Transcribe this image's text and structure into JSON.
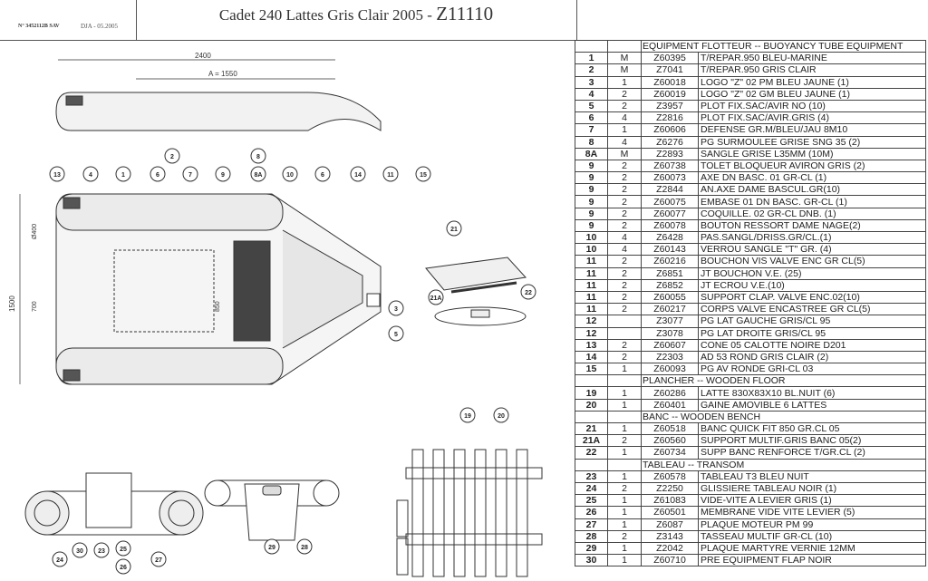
{
  "header": {
    "ref": "N° 3452112B SAV",
    "date": "DJA - 05.2005",
    "title": "Cadet 240 Lattes Gris Clair 2005 - ",
    "code": "Z11110"
  },
  "drawing": {
    "dimensions": {
      "length": "2400",
      "a": "A = 1550",
      "width": "1500",
      "inner": "700",
      "floor": "850",
      "diameter": "Ø400"
    },
    "callouts": [
      "13",
      "4",
      "1",
      "2",
      "7",
      "6",
      "9",
      "8",
      "8A",
      "10",
      "6",
      "14",
      "11",
      "15",
      "3",
      "5",
      "21",
      "21A",
      "22",
      "19",
      "20",
      "24",
      "30",
      "23",
      "25",
      "26",
      "27",
      "29",
      "28"
    ]
  },
  "table": {
    "rows": [
      {
        "section": "EQUIPMENT FLOTTEUR -- BUOYANCY TUBE  EQUIPMENT"
      },
      {
        "n": "1",
        "q": "M",
        "c": "Z60395",
        "d": "T/REPAR.950 BLEU-MARINE"
      },
      {
        "n": "2",
        "q": "M",
        "c": "Z7041",
        "d": "T/REPAR.950 GRIS CLAIR"
      },
      {
        "n": "3",
        "q": "1",
        "c": "Z60018",
        "d": "LOGO \"Z\" 02 PM BLEU JAUNE (1)"
      },
      {
        "n": "4",
        "q": "2",
        "c": "Z60019",
        "d": "LOGO \"Z\" 02 GM BLEU JAUNE (1)"
      },
      {
        "n": "5",
        "q": "2",
        "c": "Z3957",
        "d": "PLOT FIX.SAC/AVIR NO (10)"
      },
      {
        "n": "6",
        "q": "4",
        "c": "Z2816",
        "d": "PLOT FIX.SAC/AVIR.GRIS  (4)"
      },
      {
        "n": "7",
        "q": "1",
        "c": "Z60606",
        "d": "DEFENSE GR.M/BLEU/JAU 8M10"
      },
      {
        "n": "8",
        "q": "4",
        "c": "Z6276",
        "d": "PG SURMOULEE GRISE SNG 35 (2)"
      },
      {
        "n": "8A",
        "q": "M",
        "c": "Z2893",
        "d": "SANGLE GRISE L35MM  (10M)"
      },
      {
        "n": "9",
        "q": "2",
        "c": "Z60738",
        "d": "TOLET BLOQUEUR AVIRON GRIS (2)"
      },
      {
        "n": "9",
        "q": "2",
        "c": "Z60073",
        "d": "AXE DN BASC. 01 GR-CL (1)"
      },
      {
        "n": "9",
        "q": "2",
        "c": "Z2844",
        "d": "AN.AXE DAME BASCUL.GR(10)"
      },
      {
        "n": "9",
        "q": "2",
        "c": "Z60075",
        "d": "EMBASE 01 DN BASC. GR-CL (1)"
      },
      {
        "n": "9",
        "q": "2",
        "c": "Z60077",
        "d": "COQUILLE. 02 GR-CL DNB.  (1)"
      },
      {
        "n": "9",
        "q": "2",
        "c": "Z60078",
        "d": "BOUTON RESSORT DAME NAGE(2)"
      },
      {
        "n": "10",
        "q": "4",
        "c": "Z6428",
        "d": "PAS.SANGL/DRISS.GR/CL.(1)"
      },
      {
        "n": "10",
        "q": "4",
        "c": "Z60143",
        "d": "VERROU SANGLE \"T\" GR.  (4)"
      },
      {
        "n": "11",
        "q": "2",
        "c": "Z60216",
        "d": "BOUCHON VIS VALVE ENC GR CL(5)"
      },
      {
        "n": "11",
        "q": "2",
        "c": "Z6851",
        "d": "JT BOUCHON V.E. (25)"
      },
      {
        "n": "11",
        "q": "2",
        "c": "Z6852",
        "d": "JT ECROU V.E.(10)"
      },
      {
        "n": "11",
        "q": "2",
        "c": "Z60055",
        "d": "SUPPORT CLAP. VALVE ENC.02(10)"
      },
      {
        "n": "11",
        "q": "2",
        "c": "Z60217",
        "d": "CORPS VALVE ENCASTREE GR CL(5)"
      },
      {
        "n": "12",
        "q": "",
        "c": "Z3077",
        "d": "PG LAT GAUCHE GRIS/CL  95"
      },
      {
        "n": "12",
        "q": "",
        "c": "Z3078",
        "d": "PG LAT DROITE GRIS/CL  95"
      },
      {
        "n": "13",
        "q": "2",
        "c": "Z60607",
        "d": "CONE 05 CALOTTE NOIRE D201"
      },
      {
        "n": "14",
        "q": "2",
        "c": "Z2303",
        "d": "AD 53 ROND GRIS CLAIR (2)"
      },
      {
        "n": "15",
        "q": "1",
        "c": "Z60093",
        "d": "PG AV RONDE GRI-CL 03"
      },
      {
        "section": "PLANCHER -- WOODEN FLOOR"
      },
      {
        "n": "19",
        "q": "1",
        "c": "Z60286",
        "d": "LATTE 830X83X10 BL.NUIT (6)"
      },
      {
        "n": "20",
        "q": "1",
        "c": "Z60401",
        "d": "GAINE AMOVIBLE 6 LATTES"
      },
      {
        "section": "BANC -- WOODEN BENCH"
      },
      {
        "n": "21",
        "q": "1",
        "c": "Z60518",
        "d": "BANC QUICK FIT 850 GR.CL 05"
      },
      {
        "n": "21A",
        "q": "2",
        "c": "Z60560",
        "d": "SUPPORT MULTIF.GRIS BANC 05(2)"
      },
      {
        "n": "22",
        "q": "1",
        "c": "Z60734",
        "d": "SUPP BANC RENFORCE T/GR.CL (2)"
      },
      {
        "section": "TABLEAU  -- TRANSOM"
      },
      {
        "n": "23",
        "q": "1",
        "c": "Z60578",
        "d": "TABLEAU T3 BLEU NUIT"
      },
      {
        "n": "24",
        "q": "2",
        "c": "Z2250",
        "d": "GLISSIERE TABLEAU NOIR (1)"
      },
      {
        "n": "25",
        "q": "1",
        "c": "Z61083",
        "d": "VIDE-VITE A LEVIER  GRIS (1)"
      },
      {
        "n": "26",
        "q": "1",
        "c": "Z60501",
        "d": "MEMBRANE VIDE VITE LEVIER (5)"
      },
      {
        "n": "27",
        "q": "1",
        "c": "Z6087",
        "d": "PLAQUE MOTEUR PM 99"
      },
      {
        "n": "28",
        "q": "2",
        "c": "Z3143",
        "d": "TASSEAU MULTIF GR-CL (10)"
      },
      {
        "n": "29",
        "q": "1",
        "c": "Z2042",
        "d": "PLAQUE MARTYRE VERNIE 12MM"
      },
      {
        "n": "30",
        "q": "1",
        "c": "Z60710",
        "d": "PRE EQUIPMENT FLAP NOIR"
      }
    ]
  }
}
